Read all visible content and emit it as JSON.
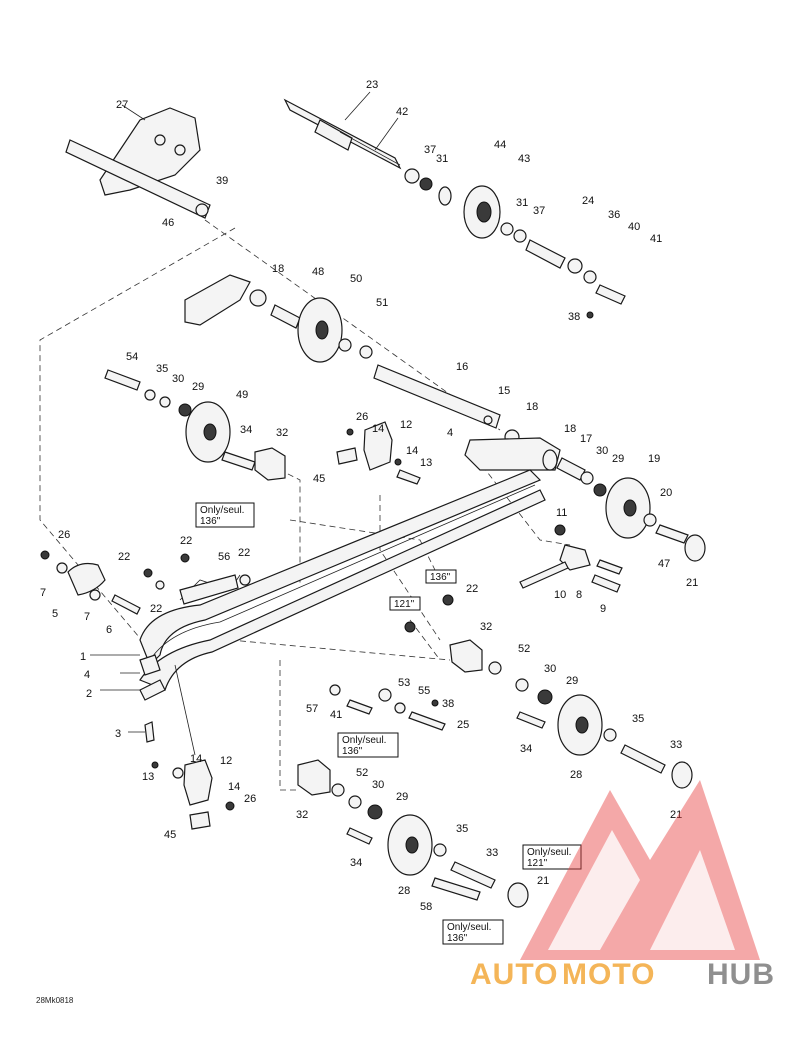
{
  "diagram": {
    "drawing_code": "28Mk0818",
    "colors": {
      "watermark_red": "#e84545",
      "watermark_orange": "#f3a93b",
      "watermark_grey": "#7c7c7c",
      "line": "#1a1a1a"
    },
    "note_boxes": [
      {
        "id": "note-56",
        "lines": [
          "Only/seul.",
          "136\""
        ]
      },
      {
        "id": "note-136",
        "lines": [
          "136\""
        ]
      },
      {
        "id": "note-121",
        "lines": [
          "121\""
        ]
      },
      {
        "id": "note-41",
        "lines": [
          "Only/seul.",
          "136\""
        ]
      },
      {
        "id": "note-33",
        "lines": [
          "Only/seul.",
          "121\""
        ]
      },
      {
        "id": "note-58",
        "lines": [
          "Only/seul.",
          "136\""
        ]
      }
    ],
    "labels": [
      "23",
      "42",
      "37",
      "31",
      "44",
      "43",
      "31",
      "37",
      "24",
      "36",
      "40",
      "41",
      "38",
      "27",
      "39",
      "46",
      "18",
      "48",
      "50",
      "51",
      "54",
      "35",
      "30",
      "29",
      "49",
      "34",
      "32",
      "16",
      "15",
      "18",
      "26",
      "14",
      "12",
      "4",
      "14",
      "13",
      "45",
      "18",
      "17",
      "30",
      "29",
      "19",
      "20",
      "47",
      "21",
      "11",
      "8",
      "10",
      "9",
      "26",
      "22",
      "22",
      "22",
      "56",
      "22",
      "22",
      "7",
      "7",
      "5",
      "6",
      "136\"",
      "121\"",
      "32",
      "52",
      "30",
      "29",
      "53",
      "55",
      "38",
      "57",
      "41",
      "25",
      "1",
      "4",
      "2",
      "3",
      "34",
      "28",
      "35",
      "33",
      "21",
      "14",
      "12",
      "13",
      "14",
      "26",
      "45",
      "52",
      "30",
      "29",
      "32",
      "35",
      "33",
      "34",
      "28",
      "21",
      "58"
    ]
  },
  "watermark": {
    "brand_parts": [
      "AUTO",
      "MOTO",
      "HUB"
    ]
  }
}
